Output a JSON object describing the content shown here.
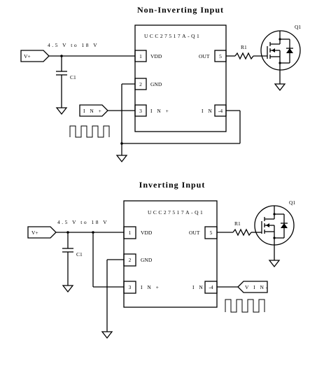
{
  "noninverting": {
    "title": "Non-Inverting Input",
    "supply_range": "4.5 V to 18 V",
    "ic_name": "UCC27517A-Q1",
    "vplus_label": "V+",
    "cap_label": "C1",
    "resistor_label": "R1",
    "mosfet_label": "Q1",
    "in_source_label": "I N +",
    "pins": {
      "p1": "1",
      "p1_name": "VDD",
      "p2": "2",
      "p2_name": "GND",
      "p3": "3",
      "p3_name": "I N +",
      "p4": "-4",
      "p4_name": "I N",
      "p5": "5",
      "p5_name": "OUT"
    }
  },
  "inverting": {
    "title": "Inverting Input",
    "supply_range": "4.5 V to 18 V",
    "ic_name": "UCC27517A-Q1",
    "vplus_label": "V+",
    "cap_label": "C1",
    "resistor_label": "R1",
    "mosfet_label": "Q1",
    "in_source_label": "V I N-",
    "pins": {
      "p1": "1",
      "p1_name": "VDD",
      "p2": "2",
      "p2_name": "GND",
      "p3": "3",
      "p3_name": "I N +",
      "p4": "-4",
      "p4_name": "I N",
      "p5": "5",
      "p5_name": "OUT"
    }
  }
}
